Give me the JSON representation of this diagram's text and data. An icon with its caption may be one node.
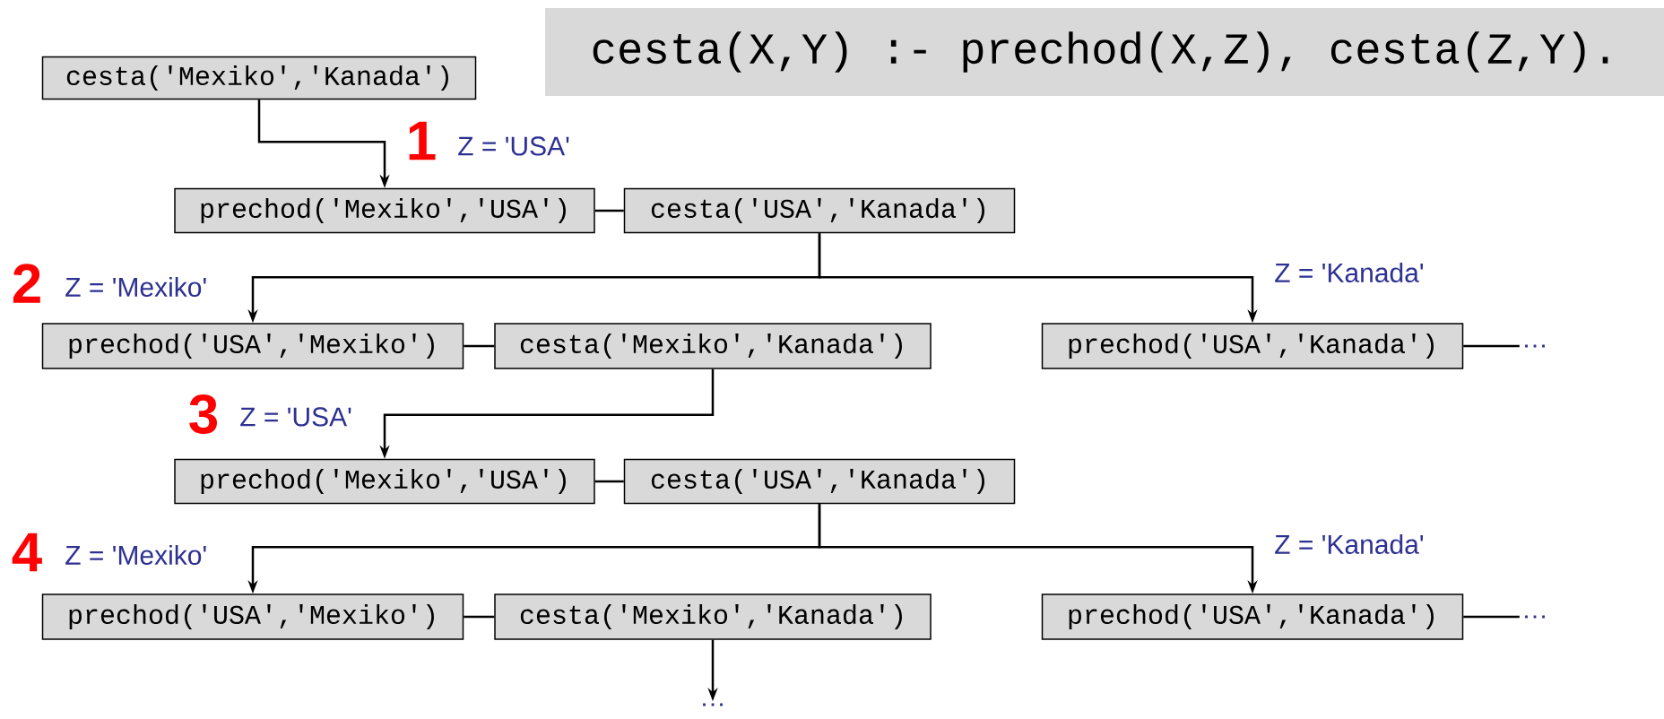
{
  "diagram": {
    "nodes": [
      {
        "text": [
          "cesta(X,Y) :- prechod(X,Z), cesta(Z,Y)."
        ]
      },
      {
        "text": [
          "cesta('Mexiko','Kanada')"
        ]
      },
      {
        "text": [
          "prechod('Mexiko','USA')"
        ]
      },
      {
        "text": [
          "cesta('USA','Kanada')"
        ]
      },
      {
        "text": [
          "prechod('USA','Mexiko')"
        ]
      },
      {
        "text": [
          "cesta('Mexiko','Kanada')"
        ]
      },
      {
        "text": [
          "prechod('USA','Kanada')"
        ]
      },
      {
        "text": [
          "…"
        ]
      },
      {
        "text": [
          "prechod('Mexiko','USA')"
        ]
      },
      {
        "text": [
          "cesta('USA','Kanada')"
        ]
      },
      {
        "text": [
          "prechod('USA','Mexiko')"
        ]
      },
      {
        "text": [
          "cesta('Mexiko','Kanada')"
        ]
      },
      {
        "text": [
          "prechod('USA','Kanada')"
        ]
      },
      {
        "text": [
          "…"
        ]
      },
      {
        "text": [
          "…"
        ]
      }
    ],
    "edges": [
      {
        "from": 1,
        "to": 2,
        "arrow": "to",
        "label": "Z = 'USA'"
      },
      {
        "from": 2,
        "to": 3,
        "arrow": "none"
      },
      {
        "from": 3,
        "to": 4,
        "arrow": "to",
        "label": "Z = 'Mexiko'"
      },
      {
        "from": 3,
        "to": 6,
        "arrow": "to",
        "label": "Z = 'Kanada'"
      },
      {
        "from": 4,
        "to": 5,
        "arrow": "none"
      },
      {
        "from": 5,
        "to": 8,
        "arrow": "to",
        "label": "Z = 'USA'"
      },
      {
        "from": 6,
        "to": 7,
        "arrow": "none"
      },
      {
        "from": 8,
        "to": 9,
        "arrow": "none"
      },
      {
        "from": 9,
        "to": 10,
        "arrow": "to",
        "label": "Z = 'Mexiko'"
      },
      {
        "from": 9,
        "to": 12,
        "arrow": "to",
        "label": "Z = 'Kanada'"
      },
      {
        "from": 10,
        "to": 11,
        "arrow": "none"
      },
      {
        "from": 12,
        "to": 13,
        "arrow": "none"
      },
      {
        "from": 11,
        "to": 14,
        "arrow": "to"
      }
    ],
    "labels": [
      "1",
      "2",
      "3",
      "4"
    ]
  }
}
